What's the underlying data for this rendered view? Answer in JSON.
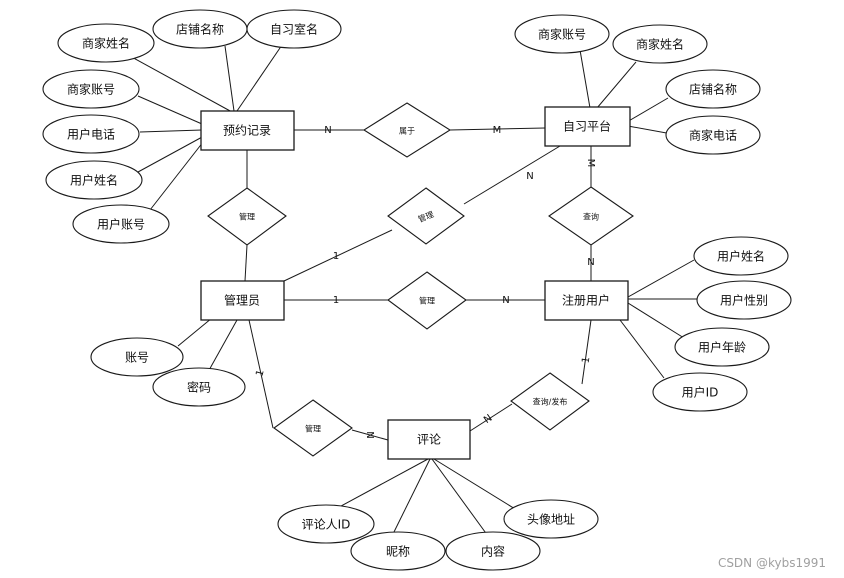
{
  "entities": {
    "booking": "预约记录",
    "study_room_platform": "自习平台",
    "admin": "管理员",
    "registered_user": "注册用户",
    "comment": "评论"
  },
  "relationships": {
    "belongs_to": "属于",
    "manage_booking": "管理",
    "manage_platform": "管理",
    "manage_user": "管理",
    "manage_comment": "管理",
    "query": "查询",
    "query_publish": "查询/发布"
  },
  "attributes": {
    "booking": [
      "商家姓名",
      "店铺名称",
      "自习室名",
      "商家账号",
      "用户电话",
      "用户姓名",
      "用户账号"
    ],
    "platform": [
      "商家账号",
      "商家姓名",
      "店铺名称",
      "商家电话"
    ],
    "admin": [
      "账号",
      "密码"
    ],
    "user": [
      "用户姓名",
      "用户性别",
      "用户年龄",
      "用户ID"
    ],
    "comment": [
      "评论人ID",
      "昵称",
      "内容",
      "头像地址"
    ]
  },
  "cardinality": {
    "booking_belongs": "N",
    "platform_belongs": "M",
    "platform_manage": "N",
    "admin_platform": "1",
    "admin_user": "1",
    "user_manage": "N",
    "platform_query": "M",
    "user_query": "N",
    "admin_comment": "1",
    "comment_admin": "N",
    "comment_user": "N",
    "user_comment": "1"
  },
  "watermark": "CSDN @kybs1991"
}
